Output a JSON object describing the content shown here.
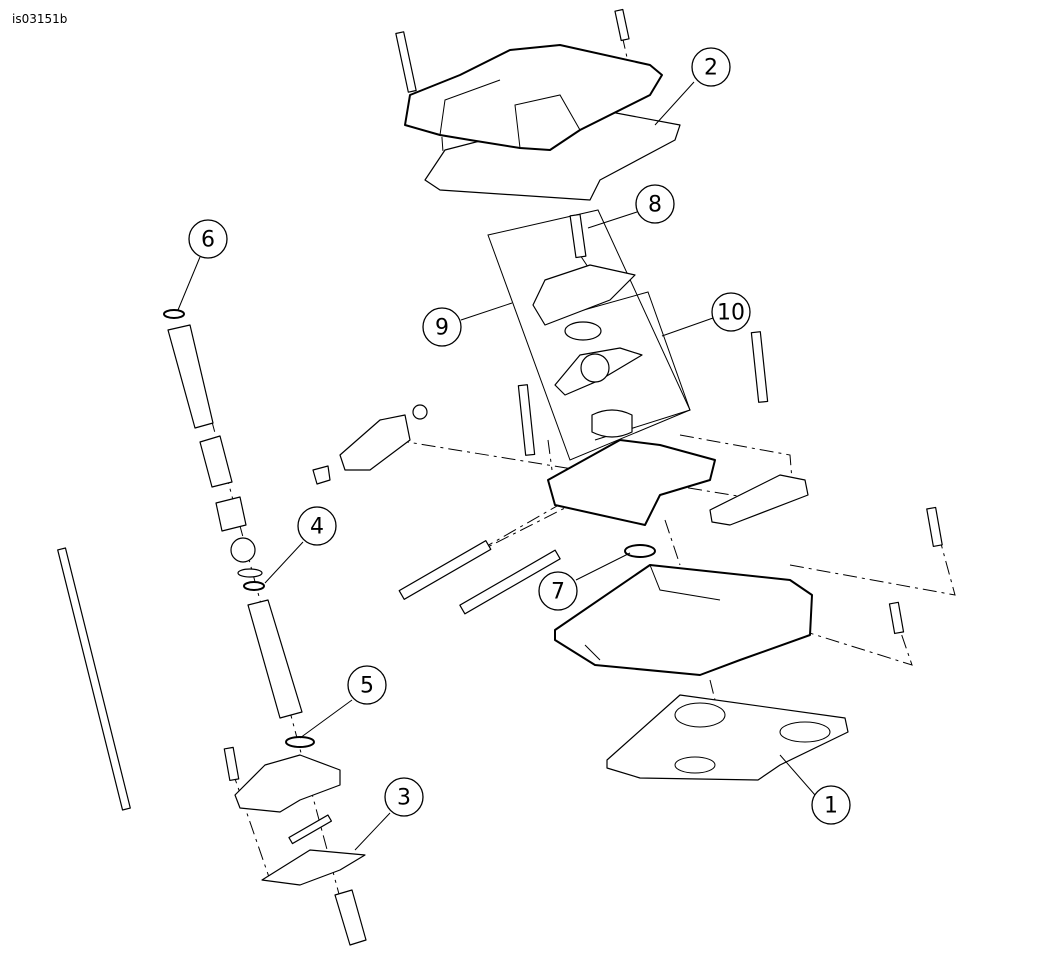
{
  "figure_id": "is03151b",
  "callouts": {
    "c1": "1",
    "c2": "2",
    "c3": "3",
    "c4": "4",
    "c5": "5",
    "c6": "6",
    "c7": "7",
    "c8": "8",
    "c9": "9",
    "c10": "10"
  }
}
